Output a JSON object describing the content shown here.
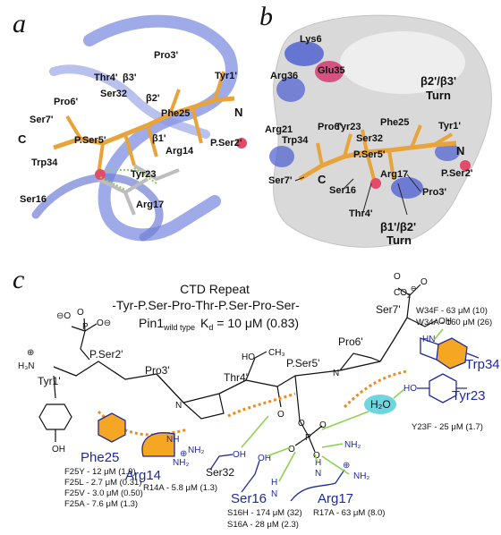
{
  "panel_a": {
    "label": "a",
    "atoms": [
      "Pro3'",
      "Tyr1'",
      "Thr4'",
      "β3'",
      "Ser32",
      "β2'",
      "Phe25",
      "N",
      "Pro6'",
      "Ser7'",
      "P.Ser5'",
      "P.Ser2'",
      "C",
      "β1'",
      "Arg14",
      "Trp34",
      "Tyr23",
      "Ser16",
      "Arg17"
    ]
  },
  "panel_b": {
    "label": "b",
    "residues": [
      "Lys6",
      "Arg36",
      "Glu35",
      "Arg21",
      "Pro6'",
      "Tyr23",
      "Phe25",
      "Tyr1'",
      "Trp34",
      "Ser32",
      "N",
      "P.Ser2'",
      "P.Ser5'",
      "C",
      "Arg17",
      "Ser7'",
      "Ser16",
      "Pro3'",
      "Thr4'"
    ],
    "turn_top": [
      "β2'/β3'",
      "Turn"
    ],
    "turn_bottom": [
      "β1'/β2'",
      "Turn"
    ]
  },
  "panel_c": {
    "label": "c",
    "title": "CTD Repeat",
    "sequence": "-Tyr-P.Ser-Pro-Thr-P.Ser-Pro-Ser-",
    "kd_prefix": "Pin1",
    "kd_subscript": "wild type",
    "kd_value": "K",
    "kd_sub_d": "d",
    "kd_rest": " = 10 μM (0.83)",
    "residues": {
      "tyr1": "Tyr1'",
      "pser2": "P.Ser2'",
      "pro3": "Pro3'",
      "thr4": "Thr4'",
      "pser5": "P.Ser5'",
      "pro6": "Pro6'",
      "ser7": "Ser7'",
      "co2": "CO",
      "trp34": "Trp34",
      "tyr23": "Tyr23",
      "phe25": "Phe25",
      "arg14": "Arg14",
      "ser32": "Ser32",
      "ser16": "Ser16",
      "arg17": "Arg17",
      "h2o": "H₂O"
    },
    "mutations": {
      "trp34": [
        "W34F - 63 μM (10)",
        "W34A - 160 μM (26)"
      ],
      "tyr23": [
        "Y23F - 25 μM (1.7)"
      ],
      "phe25": [
        "F25Y - 12 μM (1.9)",
        "F25L - 2.7 μM (0.31)",
        "F25V - 3.0 μM (0.50)",
        "F25A - 7.6 μM (1.3)"
      ],
      "arg14": [
        "R14A - 5.8 μM (1.3)"
      ],
      "ser16": [
        "S16H - 174 μM (32)",
        "S16A - 28 μM (2.3)"
      ],
      "arg17": [
        "R17A - 63 μM (8.0)"
      ]
    }
  },
  "colors": {
    "carbon": "#e8a33a",
    "ribbon": "#6f7fd6",
    "surface": "#d9d9d9",
    "basic": "#4a5bd0",
    "acidic": "#d23a6e",
    "hbond": "#8fd14f",
    "blue_text": "#1f2a9a",
    "hydrophobic_dash": "#f08a1c",
    "water": "#6fd6e0"
  }
}
